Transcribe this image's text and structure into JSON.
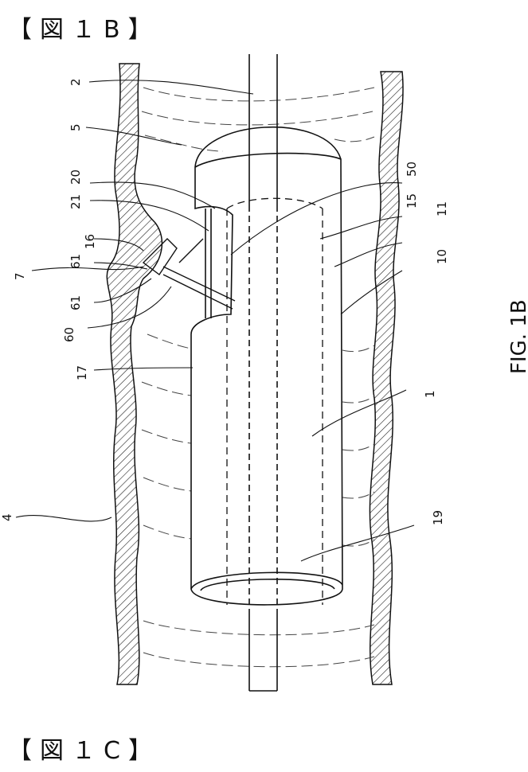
{
  "headings": {
    "top": "【図１B】",
    "bottom": "【図１C】"
  },
  "figure_label": "FIG. 1B",
  "labels": [
    "2",
    "5",
    "20",
    "21",
    "16",
    "61",
    "7",
    "61",
    "60",
    "17",
    "4",
    "50",
    "15",
    "11",
    "10",
    "1",
    "19"
  ]
}
